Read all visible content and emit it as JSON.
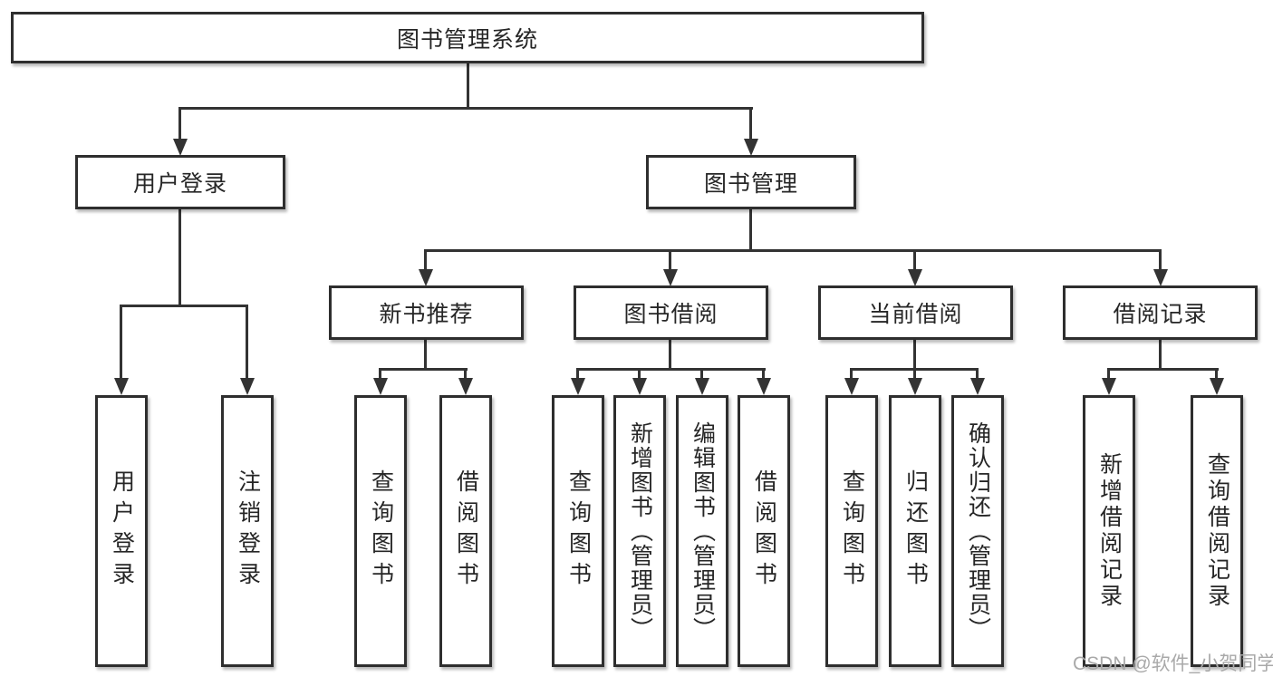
{
  "diagram": {
    "root": "图书管理系统",
    "level2": [
      "用户登录",
      "图书管理"
    ],
    "level3": [
      "新书推荐",
      "图书借阅",
      "当前借阅",
      "借阅记录"
    ],
    "leaves": {
      "user_login": [
        "用户登录",
        "注销登录"
      ],
      "new_book_recommend": [
        "查询图书",
        "借阅图书"
      ],
      "book_borrowing": [
        "查询图书",
        "新增图书（管理员）",
        "编辑图书（管理员）",
        "借阅图书"
      ],
      "current_borrowing": [
        "查询图书",
        "归还图书",
        "确认归还（管理员）"
      ],
      "borrowing_records": [
        "新增借阅记录",
        "查询借阅记录"
      ]
    }
  },
  "watermark": "CSDN @软件_小贺同学",
  "colors": {
    "line": "#333333",
    "border": "#2e2e2e",
    "text": "#262626",
    "watermark": "#a9a9a9",
    "background": "#ffffff"
  }
}
